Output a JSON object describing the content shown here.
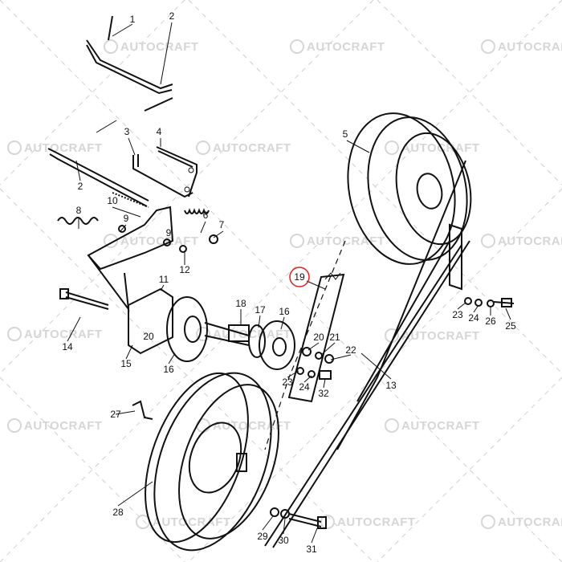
{
  "watermark": "AUTOCRAFT",
  "highlight_color": "#e02020",
  "highlighted_callout": "19",
  "callouts": [
    "1",
    "2",
    "2",
    "3",
    "4",
    "5",
    "6",
    "7",
    "8",
    "9",
    "9",
    "10",
    "11",
    "12",
    "13",
    "14",
    "15",
    "16",
    "16",
    "17",
    "18",
    "19",
    "20",
    "20",
    "21",
    "22",
    "23",
    "23",
    "24",
    "24",
    "25",
    "26",
    "27",
    "28",
    "29",
    "30",
    "31",
    "32"
  ]
}
